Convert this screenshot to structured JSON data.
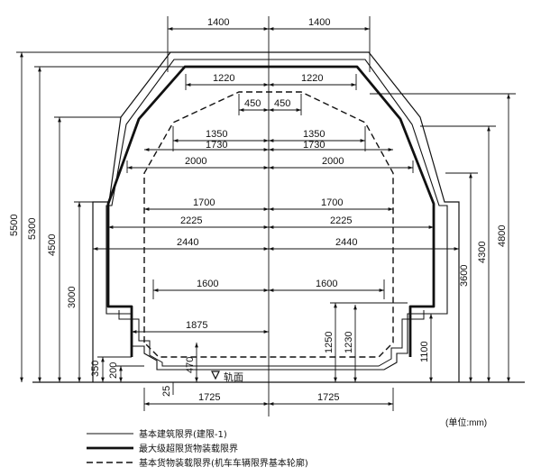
{
  "dims": {
    "top_1400_left": "1400",
    "top_1400_right": "1400",
    "r1220_left": "1220",
    "r1220_right": "1220",
    "r450_left": "450",
    "r450_right": "450",
    "r1350_left": "1350",
    "r1350_right": "1350",
    "r1730_left": "1730",
    "r1730_right": "1730",
    "r2000_left": "2000",
    "r2000_right": "2000",
    "r1700_left": "1700",
    "r1700_right": "1700",
    "r2225_left": "2225",
    "r2225_right": "2225",
    "r2440_left": "2440",
    "r2440_right": "2440",
    "r1600_left": "1600",
    "r1600_right": "1600",
    "r1875": "1875",
    "bottom_1725_left": "1725",
    "bottom_1725_right": "1725",
    "v5500": "5500",
    "v5300": "5300",
    "v4500": "4500",
    "v3000": "3000",
    "v350": "350",
    "v200": "200",
    "v470": "470",
    "v25": "25",
    "v1250": "1250",
    "v1230": "1230",
    "v1100": "1100",
    "v3600": "3600",
    "v4300": "4300",
    "v4800": "4800"
  },
  "rail_label": "轨面",
  "unit_note": "(单位:mm)",
  "legend": [
    {
      "label": "基本建筑限界(建限-1)",
      "style": "thin"
    },
    {
      "label": "最大级超限货物装载限界",
      "style": "thick"
    },
    {
      "label": "基本货物装载限界(机车车辆限界基本轮廓)",
      "style": "dashed"
    }
  ]
}
